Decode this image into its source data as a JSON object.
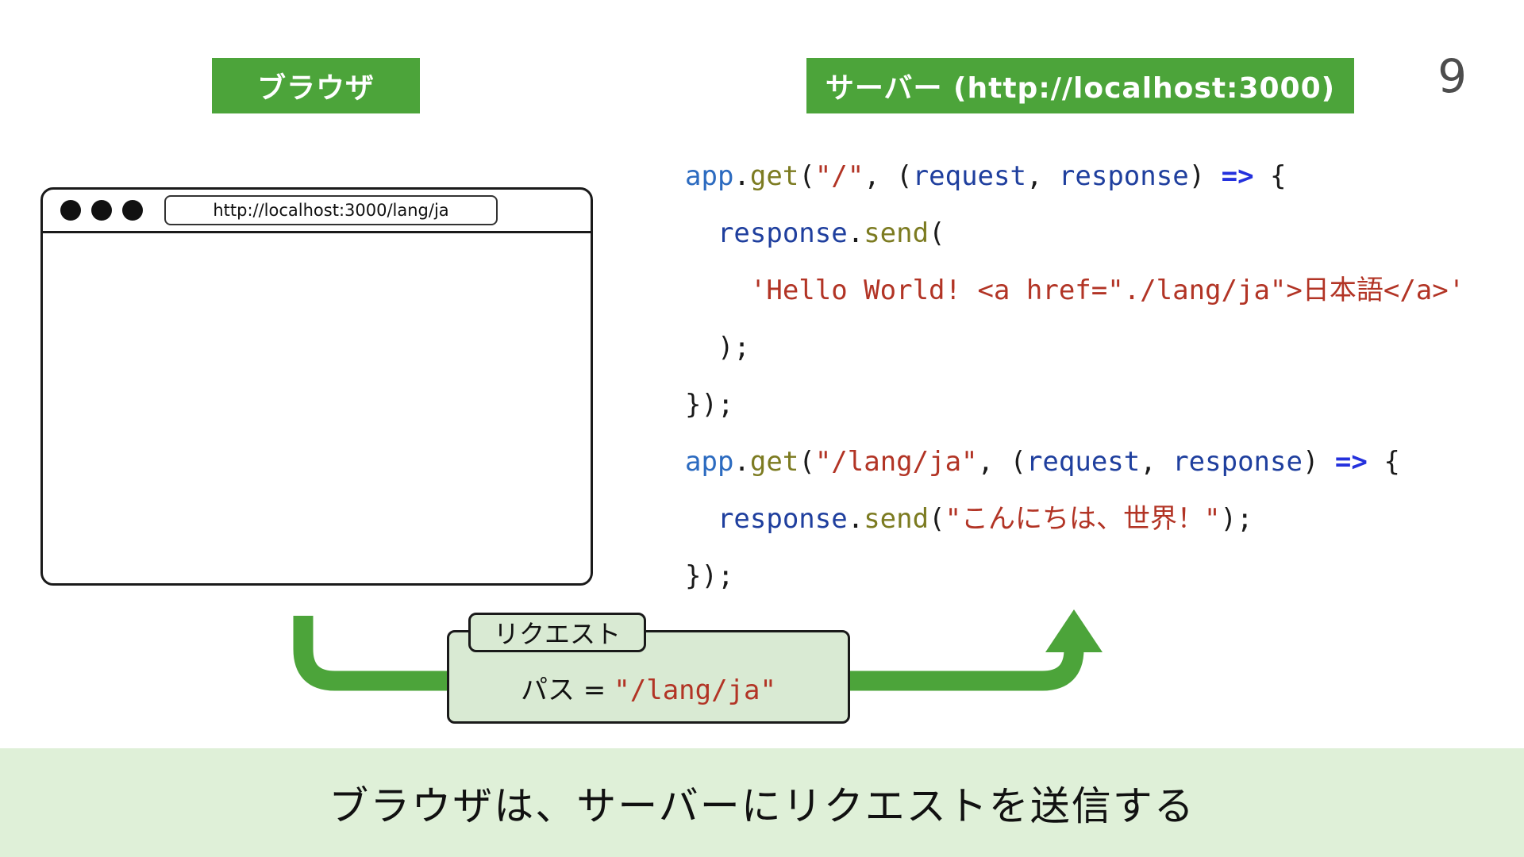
{
  "page": {
    "number": "9",
    "banner": "ブラウザは、サーバーにリクエストを送信する"
  },
  "header": {
    "browser_label": "ブラウザ",
    "server_label": "サーバー (http://localhost:3000)"
  },
  "browser": {
    "url": "http://localhost:3000/lang/ja"
  },
  "request": {
    "label": "リクエスト",
    "path_label": "パス =",
    "path_value": "\"/lang/ja\""
  },
  "colors": {
    "header_green": "#4ca43a",
    "arrow_green": "#4ca43a",
    "box_fill": "#d9ead3",
    "banner_fill": "#dff0d8",
    "code_plain": "#1a1a1a",
    "code_blue": "#2c6bc0",
    "code_olive": "#7c7b21",
    "code_red": "#b23425",
    "code_navy": "#1f3f9e",
    "code_arrow": "#2431dd"
  },
  "code": {
    "lines": [
      [
        {
          "t": "app",
          "c": "blue"
        },
        {
          "t": ".",
          "c": "plain"
        },
        {
          "t": "get",
          "c": "olive"
        },
        {
          "t": "(",
          "c": "plain"
        },
        {
          "t": "\"/\"",
          "c": "red"
        },
        {
          "t": ", (",
          "c": "plain"
        },
        {
          "t": "request",
          "c": "navy"
        },
        {
          "t": ", ",
          "c": "plain"
        },
        {
          "t": "response",
          "c": "navy"
        },
        {
          "t": ") ",
          "c": "plain"
        },
        {
          "t": "=>",
          "c": "arrow"
        },
        {
          "t": " {",
          "c": "plain"
        }
      ],
      [
        {
          "t": "  ",
          "c": "plain"
        },
        {
          "t": "response",
          "c": "navy"
        },
        {
          "t": ".",
          "c": "plain"
        },
        {
          "t": "send",
          "c": "olive"
        },
        {
          "t": "(",
          "c": "plain"
        }
      ],
      [
        {
          "t": "    ",
          "c": "plain"
        },
        {
          "t": "'Hello World! <a href=\"./lang/ja\">日本語</a>'",
          "c": "red"
        }
      ],
      [
        {
          "t": "  );",
          "c": "plain"
        }
      ],
      [
        {
          "t": "});",
          "c": "plain"
        }
      ],
      [
        {
          "t": "app",
          "c": "blue"
        },
        {
          "t": ".",
          "c": "plain"
        },
        {
          "t": "get",
          "c": "olive"
        },
        {
          "t": "(",
          "c": "plain"
        },
        {
          "t": "\"/lang/ja\"",
          "c": "red"
        },
        {
          "t": ", (",
          "c": "plain"
        },
        {
          "t": "request",
          "c": "navy"
        },
        {
          "t": ", ",
          "c": "plain"
        },
        {
          "t": "response",
          "c": "navy"
        },
        {
          "t": ") ",
          "c": "plain"
        },
        {
          "t": "=>",
          "c": "arrow"
        },
        {
          "t": " {",
          "c": "plain"
        }
      ],
      [
        {
          "t": "  ",
          "c": "plain"
        },
        {
          "t": "response",
          "c": "navy"
        },
        {
          "t": ".",
          "c": "plain"
        },
        {
          "t": "send",
          "c": "olive"
        },
        {
          "t": "(",
          "c": "plain"
        },
        {
          "t": "\"こんにちは、世界！\"",
          "c": "red"
        },
        {
          "t": ");",
          "c": "plain"
        }
      ],
      [
        {
          "t": "});",
          "c": "plain"
        }
      ]
    ]
  }
}
